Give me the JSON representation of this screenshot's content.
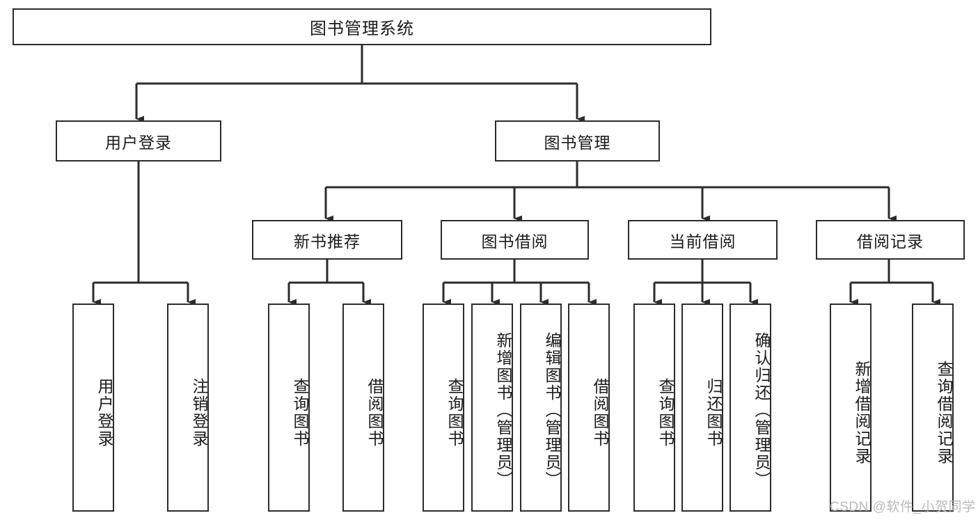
{
  "diagram": {
    "title": "图书管理系统",
    "watermark": "CSDN @软件_小贺同学",
    "line_color": "#2b2b2b",
    "box_fill": "#ffffff",
    "text_color": "#1a1a1a",
    "watermark_color": "#b8b8b8"
  },
  "nodes": {
    "root": {
      "label": "图书管理系统"
    },
    "level2": [
      {
        "label": "用户登录"
      },
      {
        "label": "图书管理"
      }
    ],
    "level3": [
      {
        "label": "新书推荐"
      },
      {
        "label": "图书借阅"
      },
      {
        "label": "当前借阅"
      },
      {
        "label": "借阅记录"
      }
    ],
    "leaves_user_login": [
      {
        "label": "用户登录"
      },
      {
        "label": "注销登录"
      }
    ],
    "leaves_new_book": [
      {
        "label": "查询图书"
      },
      {
        "label": "借阅图书"
      }
    ],
    "leaves_borrow": [
      {
        "label": "查询图书"
      },
      {
        "label": "新增图书（管理员）"
      },
      {
        "label": "编辑图书（管理员）"
      },
      {
        "label": "借阅图书"
      }
    ],
    "leaves_current": [
      {
        "label": "查询图书"
      },
      {
        "label": "归还图书"
      },
      {
        "label": "确认归还（管理员）"
      }
    ],
    "leaves_records": [
      {
        "label": "新增借阅记录"
      },
      {
        "label": "查询借阅记录"
      }
    ]
  }
}
